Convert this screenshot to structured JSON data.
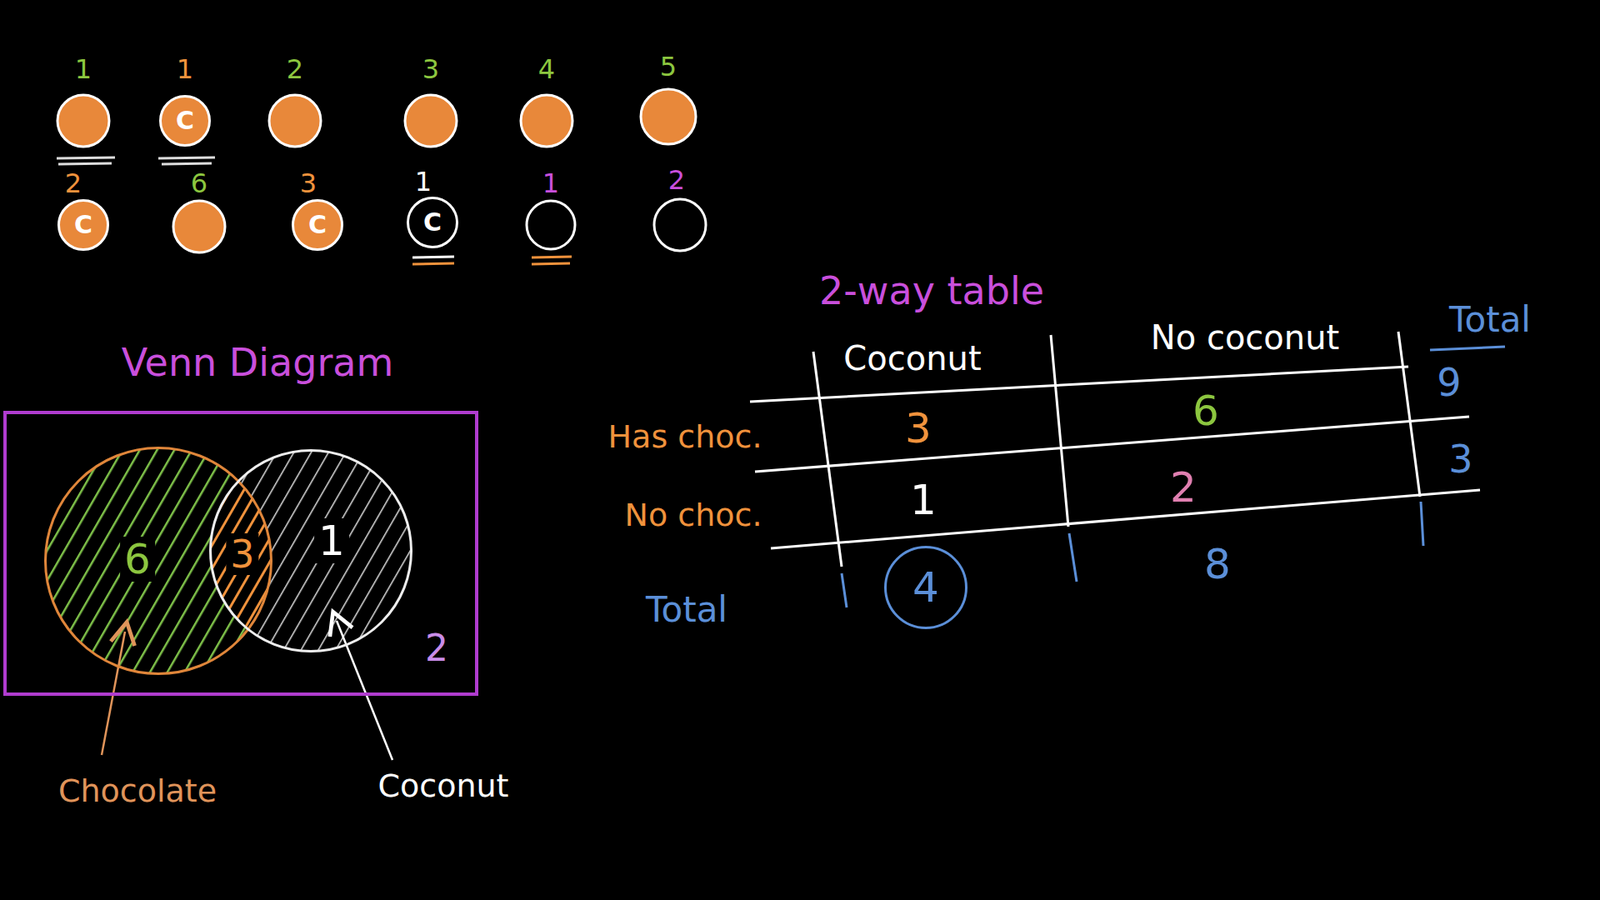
{
  "diagram": {
    "nodes": [
      {
        "text": [
          "C"
        ]
      },
      {
        "text": [
          "C"
        ]
      },
      {
        "text": [
          "C"
        ]
      },
      {
        "text": [
          "C"
        ]
      },
      {
        "text": [
          "Venn Diagram",
          "2"
        ]
      },
      {
        "text": [
          "6"
        ],
        "in": 4
      },
      {
        "text": [
          "1"
        ],
        "in": 4
      },
      {
        "text": [
          "4"
        ]
      }
    ],
    "labels": [
      "1",
      "1",
      "2",
      "3",
      "4",
      "5",
      "2",
      "6",
      "3",
      "1",
      "1",
      "2",
      "2-way table",
      "Coconut",
      "No coconut",
      "Total",
      "Has choc.",
      "3",
      "6",
      "9",
      "No choc.",
      "1",
      "2",
      "3",
      "Total",
      "8",
      "3",
      "Chocolate",
      "Coconut"
    ]
  }
}
